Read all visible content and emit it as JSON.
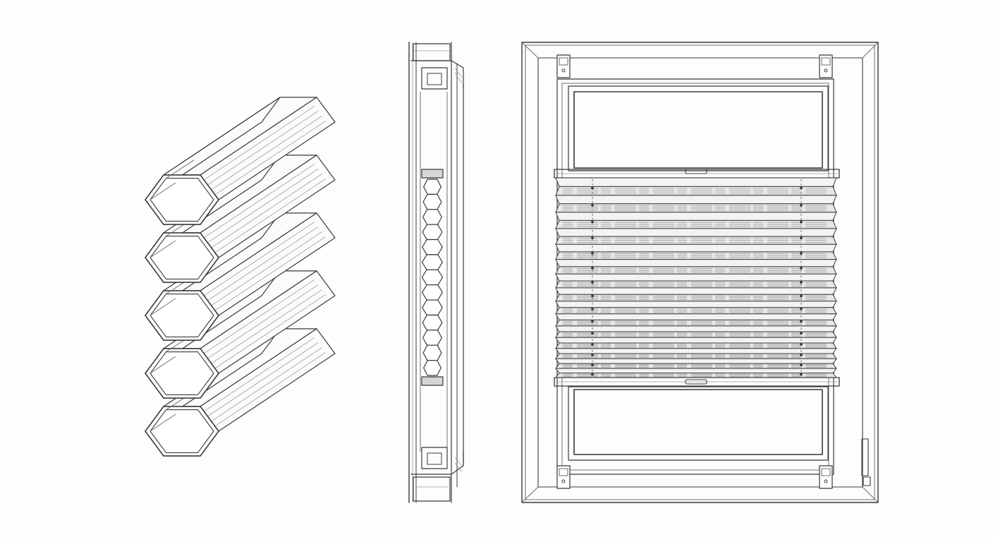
{
  "drawing": {
    "style": "pencil sketch",
    "ink_color": "#3a3a3a",
    "shade_color": "#9a9a9a",
    "background": "#fdfdfd"
  },
  "panels": {
    "honeycomb": {
      "cell_rows": 5
    },
    "section": {
      "cell_count": 13
    },
    "window": {
      "pleat_count": 15,
      "string_columns": 2
    }
  }
}
